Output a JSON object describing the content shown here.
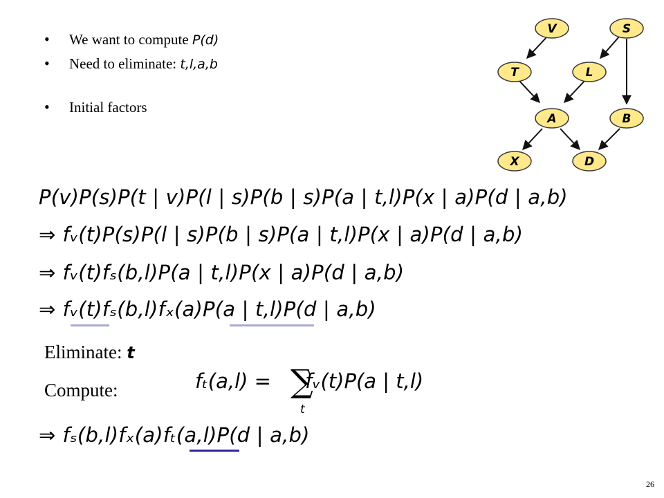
{
  "bullets": {
    "b1_text": "We want to compute ",
    "b1_math": "P(d)",
    "b2_text": "Need to eliminate: ",
    "b2_math": "t,l,a,b",
    "b3_text": "Initial factors"
  },
  "network": {
    "nodes": [
      "V",
      "S",
      "T",
      "L",
      "A",
      "B",
      "X",
      "D"
    ],
    "colors": {
      "node_fill": "#ffe98a",
      "node_stroke": "#3a3a3a",
      "edge": "#111111"
    }
  },
  "equations": {
    "line1": "P(v)P(s)P(t | v)P(l | s)P(b | s)P(a | t,l)P(x | a)P(d | a,b)",
    "line2": "fᵥ(t)P(s)P(l | s)P(b | s)P(a | t,l)P(x | a)P(d | a,b)",
    "line3": "fᵥ(t)fₛ(b,l)P(a | t,l)P(x | a)P(d | a,b)",
    "line4": "fᵥ(t)fₛ(b,l)fₓ(a)P(a | t,l)P(d | a,b)",
    "implies": "⇒",
    "eliminate_label": "Eliminate:",
    "eliminate_var": "t",
    "compute_label": "Compute:",
    "compute_lhs": "fₜ(a,l) = ",
    "compute_sigma": "∑",
    "compute_sub": "t",
    "compute_rhs": "fᵥ(t)P(a | t,l)",
    "line5": "fₛ(b,l)fₓ(a)fₜ(a,l)P(d | a,b)"
  },
  "page_number": "26"
}
